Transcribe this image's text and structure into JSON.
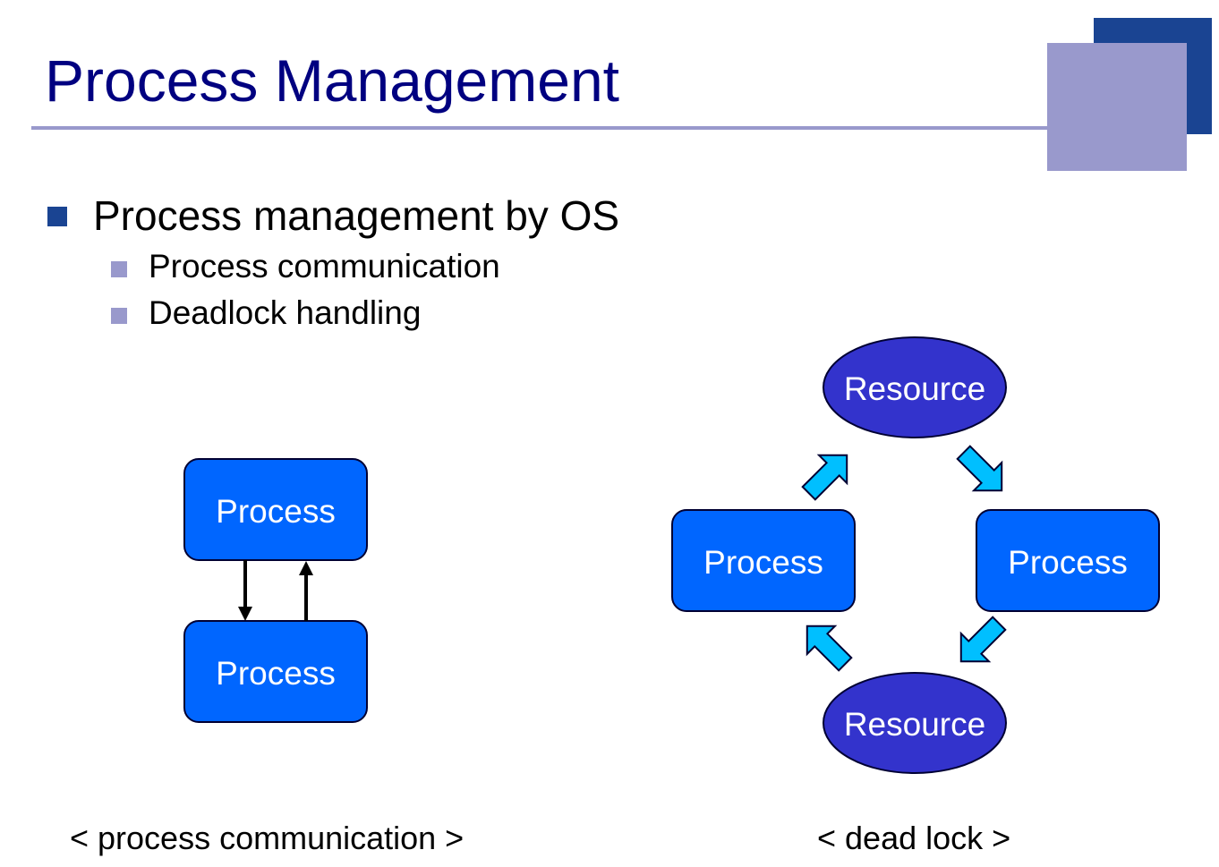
{
  "title": "Process Management",
  "bullet": {
    "text": "Process management by OS",
    "subitems": [
      "Process communication",
      "Deadlock handling"
    ]
  },
  "communication_diagram": {
    "top_node": "Process",
    "bottom_node": "Process",
    "caption": "< process communication >"
  },
  "deadlock_diagram": {
    "top_resource": "Resource",
    "left_process": "Process",
    "right_process": "Process",
    "bottom_resource": "Resource",
    "caption": "< dead lock >"
  },
  "colors": {
    "process_fill": "#0066ff",
    "resource_fill": "#3333cc",
    "arrow_fill": "#00bfff",
    "title_color": "#000080",
    "accent_dark": "#1a4492",
    "accent_light": "#9999cc"
  }
}
